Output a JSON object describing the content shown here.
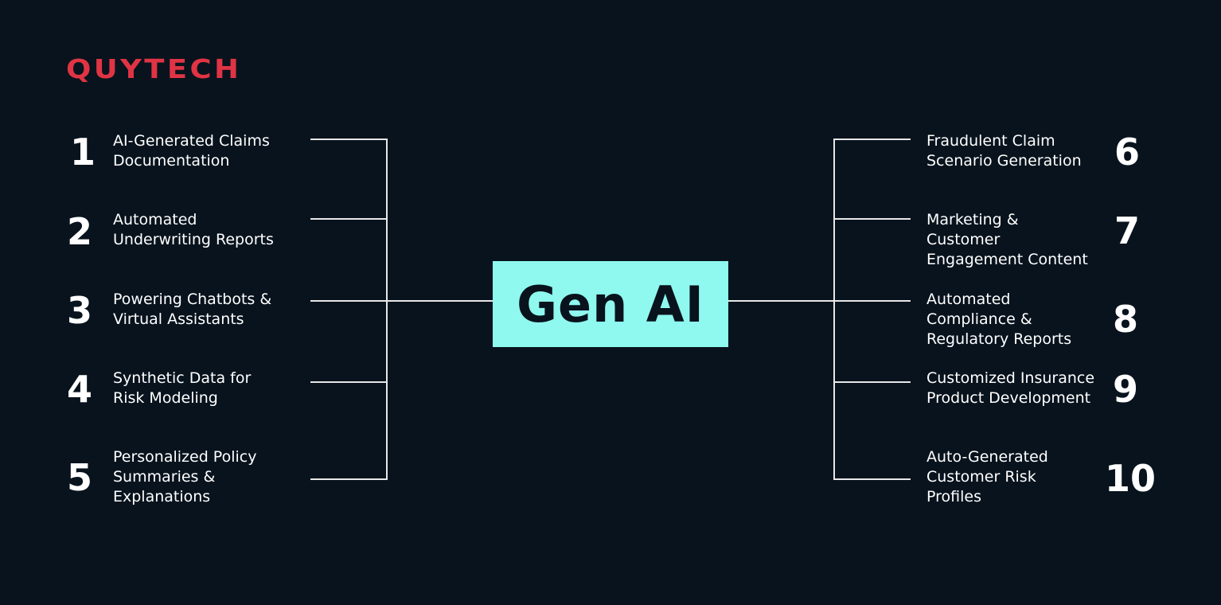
{
  "brand": {
    "logo_text": "QUYTECH",
    "logo_color": "#e03444"
  },
  "center": {
    "label": "Gen AI",
    "background": "#8ff9ef",
    "text_color": "#08131d"
  },
  "colors": {
    "background": "#08131d",
    "text": "#ffffff",
    "lines": "#e8e8e8"
  },
  "left_items": [
    {
      "number": "1",
      "label": "AI-Generated Claims\nDocumentation"
    },
    {
      "number": "2",
      "label": "Automated\nUnderwriting Reports"
    },
    {
      "number": "3",
      "label": "Powering Chatbots &\nVirtual Assistants"
    },
    {
      "number": "4",
      "label": "Synthetic Data for\nRisk Modeling"
    },
    {
      "number": "5",
      "label": "Personalized Policy\nSummaries &\nExplanations"
    }
  ],
  "right_items": [
    {
      "number": "6",
      "label": "Fraudulent Claim\nScenario Generation"
    },
    {
      "number": "7",
      "label": "Marketing &\nCustomer\nEngagement Content"
    },
    {
      "number": "8",
      "label": "Automated\nCompliance &\nRegulatory Reports"
    },
    {
      "number": "9",
      "label": "Customized Insurance\nProduct Development"
    },
    {
      "number": "10",
      "label": "Auto-Generated\nCustomer Risk\nProfiles"
    }
  ]
}
